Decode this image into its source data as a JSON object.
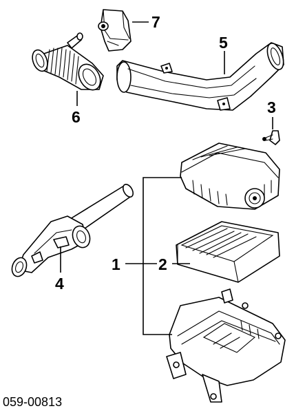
{
  "diagram": {
    "callouts": [
      {
        "id": "1",
        "label": "1"
      },
      {
        "id": "2",
        "label": "2"
      },
      {
        "id": "3",
        "label": "3"
      },
      {
        "id": "4",
        "label": "4"
      },
      {
        "id": "5",
        "label": "5"
      },
      {
        "id": "6",
        "label": "6"
      },
      {
        "id": "7",
        "label": "7"
      }
    ],
    "figure_code": "059-00813"
  },
  "colors": {
    "line": "#000000",
    "background": "#ffffff"
  }
}
